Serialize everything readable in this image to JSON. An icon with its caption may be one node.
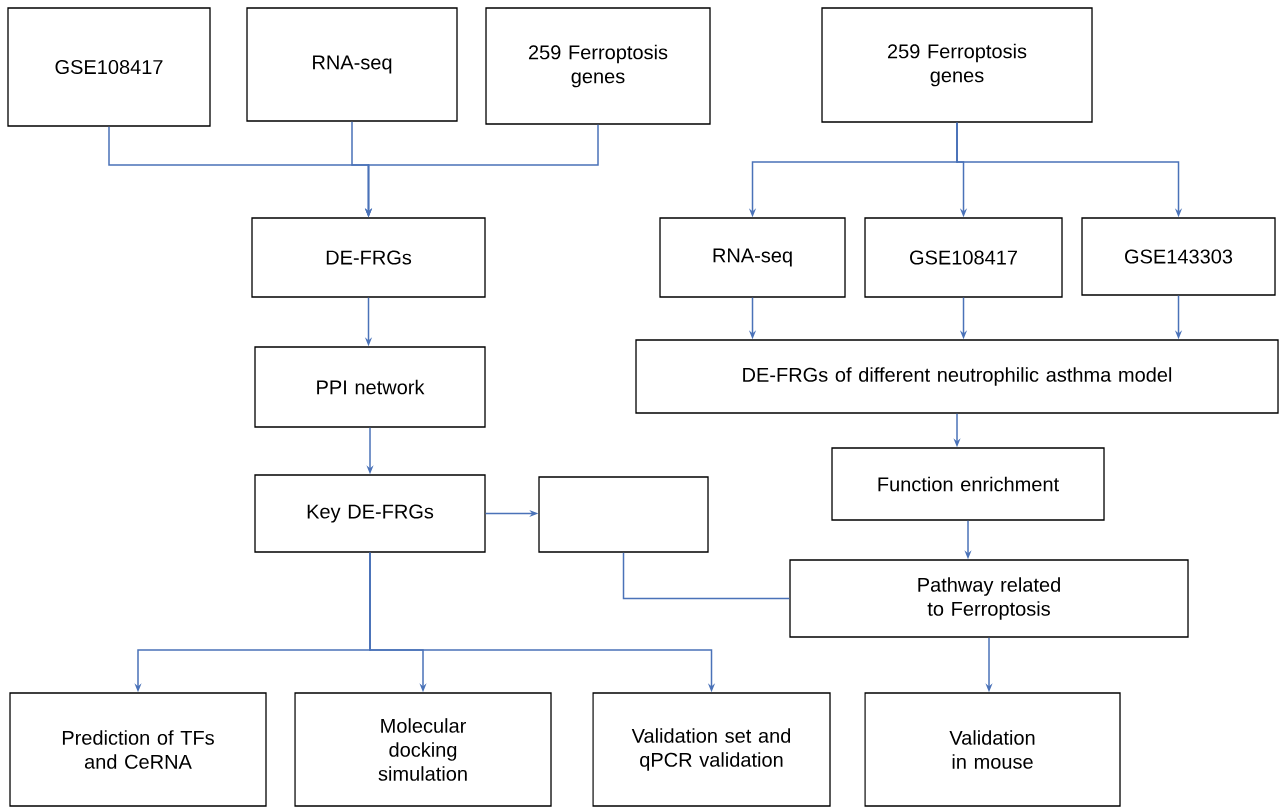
{
  "diagram": {
    "nodes": [
      {
        "text": [
          "GSE108417"
        ]
      },
      {
        "text": [
          "RNA-seq"
        ]
      },
      {
        "text": [
          "259 Ferroptosis genes"
        ]
      },
      {
        "text": [
          "259 Ferroptosis genes"
        ]
      },
      {
        "text": [
          "DE-FRGs"
        ]
      },
      {
        "text": [
          "PPI network"
        ]
      },
      {
        "text": [
          "Key DE-FRGs"
        ]
      },
      {
        "text": [],
        "shape": "box"
      },
      {
        "text": [
          "RNA-seq"
        ]
      },
      {
        "text": [
          "GSE108417"
        ]
      },
      {
        "text": [
          "GSE143303"
        ]
      },
      {
        "text": [
          "DE-FRGs of different neutrophilic asthma model"
        ]
      },
      {
        "text": [
          "Function enrichment"
        ]
      },
      {
        "text": [
          "Pathway related to Ferroptosis"
        ]
      },
      {
        "text": [
          "Prediction of TFs and CeRNA"
        ]
      },
      {
        "text": [
          "Molecular docking simulation"
        ]
      },
      {
        "text": [
          "Validation set and qPCR validation"
        ]
      },
      {
        "text": [
          "Validation in mouse"
        ]
      }
    ],
    "edges": [
      {
        "from": 0,
        "to": 4,
        "arrow": "to"
      },
      {
        "from": 1,
        "to": 4,
        "arrow": "to"
      },
      {
        "from": 2,
        "to": 4,
        "arrow": "to"
      },
      {
        "from": 4,
        "to": 5,
        "arrow": "to"
      },
      {
        "from": 5,
        "to": 6,
        "arrow": "to"
      },
      {
        "from": 6,
        "to": 7,
        "arrow": "to"
      },
      {
        "from": 6,
        "to": 14,
        "arrow": "to"
      },
      {
        "from": 6,
        "to": 15,
        "arrow": "to"
      },
      {
        "from": 6,
        "to": 16,
        "arrow": "to"
      },
      {
        "from": 3,
        "to": 8,
        "arrow": "to"
      },
      {
        "from": 3,
        "to": 9,
        "arrow": "to"
      },
      {
        "from": 3,
        "to": 10,
        "arrow": "to"
      },
      {
        "from": 8,
        "to": 11,
        "arrow": "to"
      },
      {
        "from": 9,
        "to": 11,
        "arrow": "to"
      },
      {
        "from": 10,
        "to": 11,
        "arrow": "to"
      },
      {
        "from": 11,
        "to": 12,
        "arrow": "to"
      },
      {
        "from": 12,
        "to": 13,
        "arrow": "to"
      },
      {
        "from": 13,
        "to": 17,
        "arrow": "to"
      },
      {
        "from": 7,
        "to": 13,
        "arrow": "none"
      }
    ]
  }
}
